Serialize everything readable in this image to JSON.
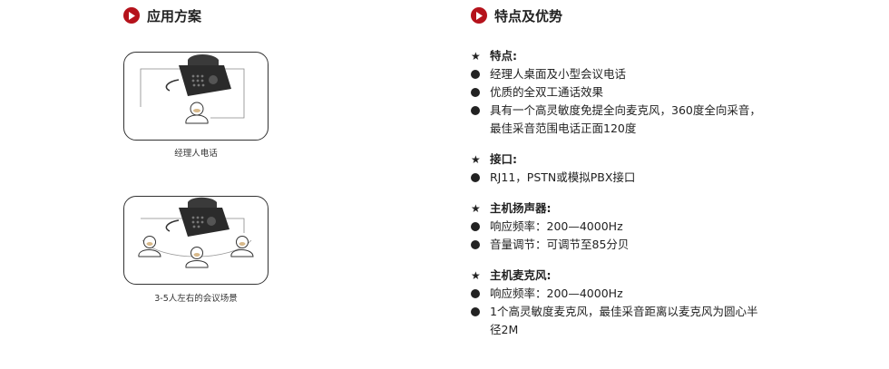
{
  "left_section": {
    "title": "应用方案",
    "scenes": [
      {
        "caption": "经理人电话"
      },
      {
        "caption": "3-5人左右的会议场景"
      }
    ]
  },
  "right_section": {
    "title": "特点及优势",
    "groups": [
      {
        "heading": "特点:",
        "items": [
          "经理人桌面及小型会议电话",
          "优质的全双工通话效果",
          "具有一个高灵敏度免提全向麦克风，360度全向采音，最佳采音范围电话正面120度"
        ]
      },
      {
        "heading": "接口:",
        "items": [
          "RJ11，PSTN或模拟PBX接口"
        ]
      },
      {
        "heading": "主机扬声器:",
        "items": [
          "响应频率：200—4000Hz",
          "音量调节：可调节至85分贝"
        ]
      },
      {
        "heading": "主机麦克风:",
        "items": [
          "响应频率：200—4000Hz",
          "1个高灵敏度麦克风，最佳采音距离以麦克风为圆心半径2M"
        ]
      }
    ]
  },
  "colors": {
    "accent": "#b5121b",
    "text": "#222222"
  },
  "icons": {
    "section_bullet": "play-circle-icon",
    "heading_mark": "star-icon",
    "list_mark": "filled-dot-icon"
  }
}
